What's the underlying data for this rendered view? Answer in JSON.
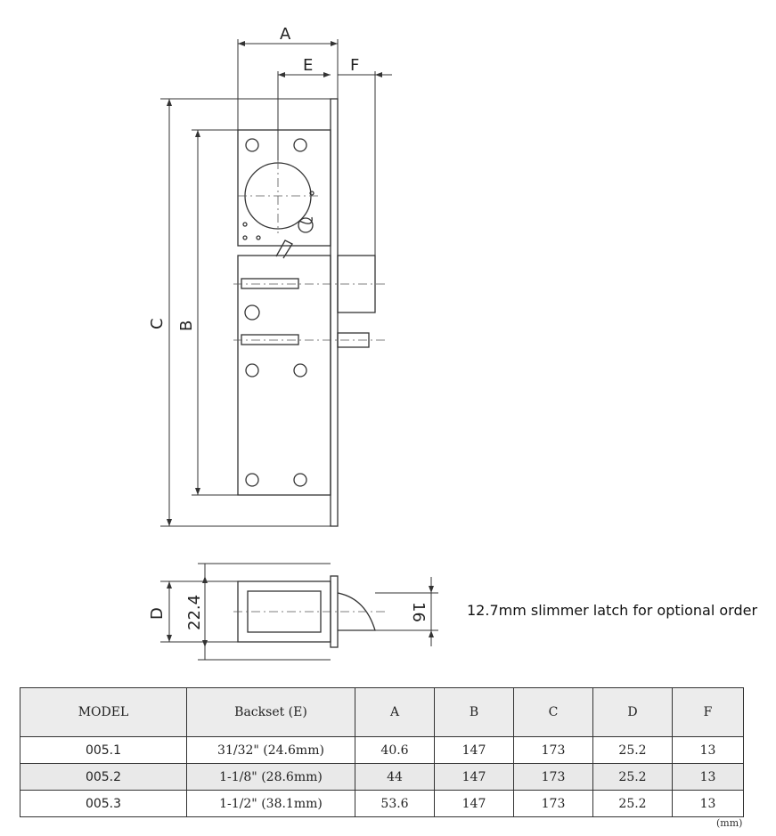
{
  "dimension_labels": {
    "A": "A",
    "E": "E",
    "F": "F",
    "B": "B",
    "C": "C",
    "D": "D",
    "width_value": "22.4",
    "latch_value": "16"
  },
  "note": "12.7mm slimmer latch for optional order",
  "table": {
    "headers": [
      "MODEL",
      "Backset (E)",
      "A",
      "B",
      "C",
      "D",
      "F"
    ],
    "rows": [
      [
        "005.1",
        "31/32\" (24.6mm)",
        "40.6",
        "147",
        "173",
        "25.2",
        "13"
      ],
      [
        "005.2",
        "1-1/8\"  (28.6mm)",
        "44",
        "147",
        "173",
        "25.2",
        "13"
      ],
      [
        "005.3",
        "1-1/2\"  (38.1mm)",
        "53.6",
        "147",
        "173",
        "25.2",
        "13"
      ]
    ],
    "unit": "(mm)"
  }
}
